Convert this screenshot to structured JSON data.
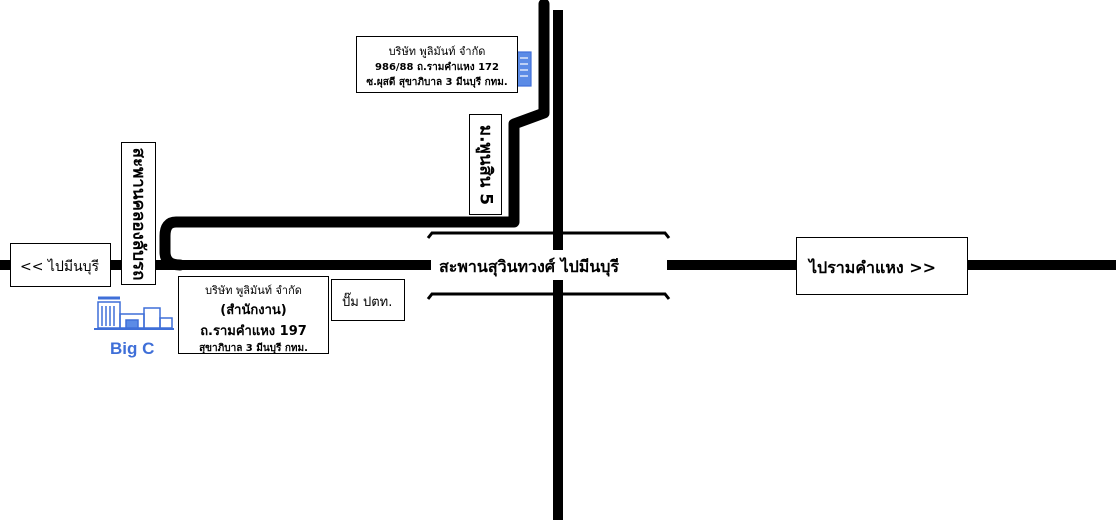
{
  "roads": {
    "bridge_suwinthawong": "สะพานสุวินทวงศ์ ไปมีนบุรี",
    "bridge_klong": "สะพานคลองลับรถ"
  },
  "directions": {
    "to_minburi": "<< ไปมีนบุรี",
    "to_ramkhamhaeng": "ไปรามคำแหง >>"
  },
  "village": "ม.พูนสิน 5",
  "company_branch": {
    "line1": "บริษัท พูลิมันท์ จำกัด",
    "line2": "986/88 ถ.รามคำแหง 172",
    "line3": "ซ.ผุสดี สุขาภิบาล 3 มีนบุรี กทม."
  },
  "company_office": {
    "line1": "บริษัท พูลิมันท์ จำกัด",
    "line2": "(สำนักงาน)",
    "line3": "ถ.รามคำแหง 197",
    "line4": "สุขาภิบาล 3 มีนบุรี กทม."
  },
  "gas_station": "ปั๊ม ปตท.",
  "landmark": "Big C",
  "colors": {
    "road": "#000000",
    "landmark_blue": "#3f6fd8",
    "building_blue": "#5b8be6"
  }
}
